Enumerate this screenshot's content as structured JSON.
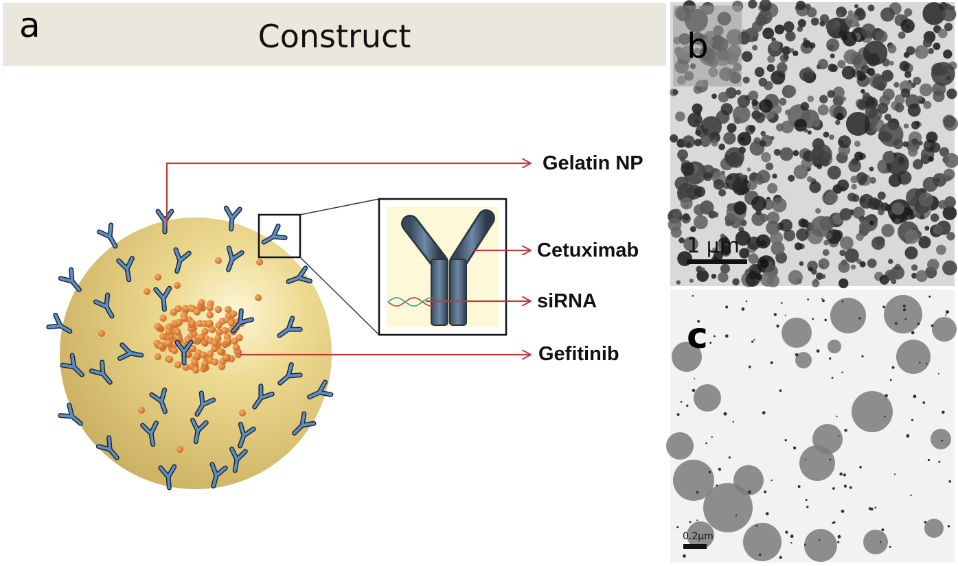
{
  "panel_a": {
    "letter": "a",
    "title": "Construct",
    "labels": {
      "gelatin": "Gelatin NP",
      "cetuximab": "Cetuximab",
      "sirna": "siRNA",
      "gefitinib": "Gefitinib"
    }
  },
  "panel_b": {
    "letter": "b",
    "scale_bar": "1 µm"
  },
  "panel_c": {
    "letter": "c",
    "scale_bar": "0.2µm"
  },
  "colors": {
    "header_bg": "#eae7dc",
    "sphere": "#e8d27a",
    "antibody_blue": "#5b8fc7",
    "drug_orange": "#e07b2a",
    "arrow_red": "#c0393b"
  }
}
